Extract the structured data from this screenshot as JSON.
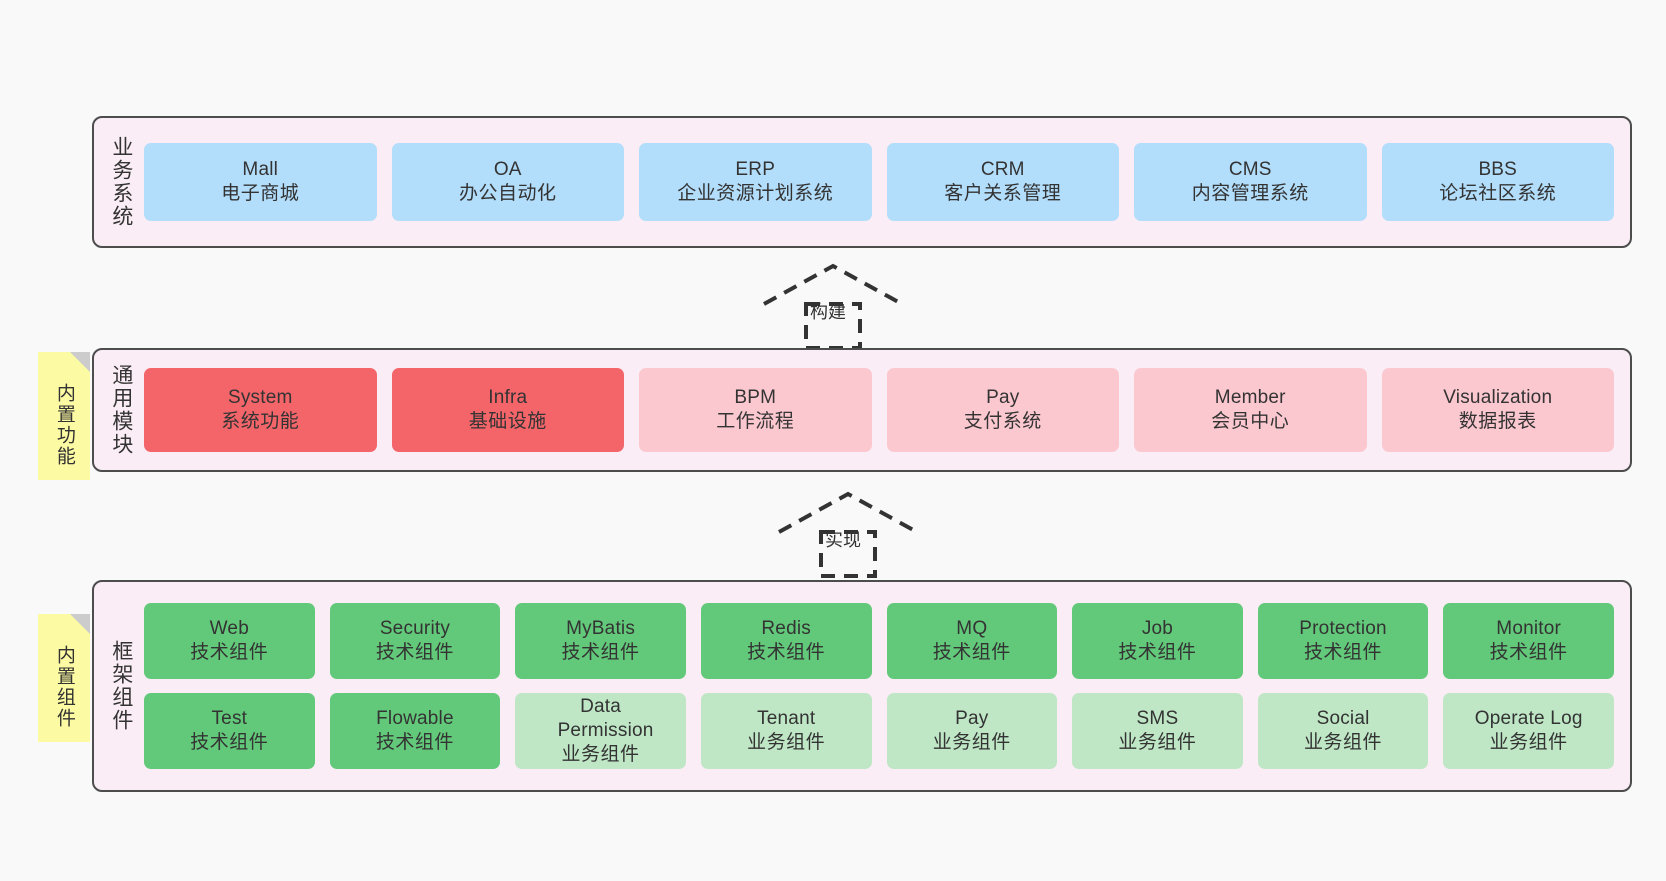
{
  "colors": {
    "canvas_background": "#F9F9F9",
    "layer_background": "#FAEDF5",
    "layer_border": "#4D4D4D",
    "business_box": "#B2DDFB",
    "module_core_box": "#F4656A",
    "module_box": "#FCC8D0",
    "tech_component_box": "#63C97A",
    "business_component_box": "#BFE7C6",
    "sticky_note": "#FCFAA2",
    "sticky_fold": "#CCCCCC",
    "text": "#333333"
  },
  "layers": [
    {
      "id": "business-system",
      "title": "业务系统",
      "sticky": null,
      "rows": [
        {
          "style": "blue",
          "nodes": [
            {
              "en": "Mall",
              "cn": "电子商城"
            },
            {
              "en": "OA",
              "cn": "办公自动化"
            },
            {
              "en": "ERP",
              "cn": "企业资源计划系统"
            },
            {
              "en": "CRM",
              "cn": "客户关系管理"
            },
            {
              "en": "CMS",
              "cn": "内容管理系统"
            },
            {
              "en": "BBS",
              "cn": "论坛社区系统"
            }
          ]
        }
      ]
    },
    {
      "id": "common-module",
      "title": "通用模块",
      "sticky": "内置功能",
      "rows": [
        {
          "style": "module",
          "nodes": [
            {
              "en": "System",
              "cn": "系统功能",
              "accent": "core"
            },
            {
              "en": "Infra",
              "cn": "基础设施",
              "accent": "core"
            },
            {
              "en": "BPM",
              "cn": "工作流程",
              "accent": "normal"
            },
            {
              "en": "Pay",
              "cn": "支付系统",
              "accent": "normal"
            },
            {
              "en": "Member",
              "cn": "会员中心",
              "accent": "normal"
            },
            {
              "en": "Visualization",
              "cn": "数据报表",
              "accent": "normal"
            }
          ]
        }
      ]
    },
    {
      "id": "framework-component",
      "title": "框架组件",
      "sticky": "内置组件",
      "rows": [
        {
          "style": "tech",
          "nodes": [
            {
              "en": "Web",
              "cn": "技术组件"
            },
            {
              "en": "Security",
              "cn": "技术组件"
            },
            {
              "en": "MyBatis",
              "cn": "技术组件"
            },
            {
              "en": "Redis",
              "cn": "技术组件"
            },
            {
              "en": "MQ",
              "cn": "技术组件"
            },
            {
              "en": "Job",
              "cn": "技术组件"
            },
            {
              "en": "Protection",
              "cn": "技术组件"
            },
            {
              "en": "Monitor",
              "cn": "技术组件"
            }
          ]
        },
        {
          "style": "biz-component",
          "nodes": [
            {
              "en": "Test",
              "cn": "技术组件",
              "accent": "tech"
            },
            {
              "en": "Flowable",
              "cn": "技术组件",
              "accent": "tech"
            },
            {
              "en": "Data Permission",
              "cn": "业务组件",
              "accent": "biz"
            },
            {
              "en": "Tenant",
              "cn": "业务组件",
              "accent": "biz"
            },
            {
              "en": "Pay",
              "cn": "业务组件",
              "accent": "biz"
            },
            {
              "en": "SMS",
              "cn": "业务组件",
              "accent": "biz"
            },
            {
              "en": "Social",
              "cn": "业务组件",
              "accent": "biz"
            },
            {
              "en": "Operate Log",
              "cn": "业务组件",
              "accent": "biz"
            }
          ]
        }
      ]
    }
  ],
  "arrows": [
    {
      "id": "build",
      "label": "构建"
    },
    {
      "id": "implement",
      "label": "实现"
    }
  ]
}
